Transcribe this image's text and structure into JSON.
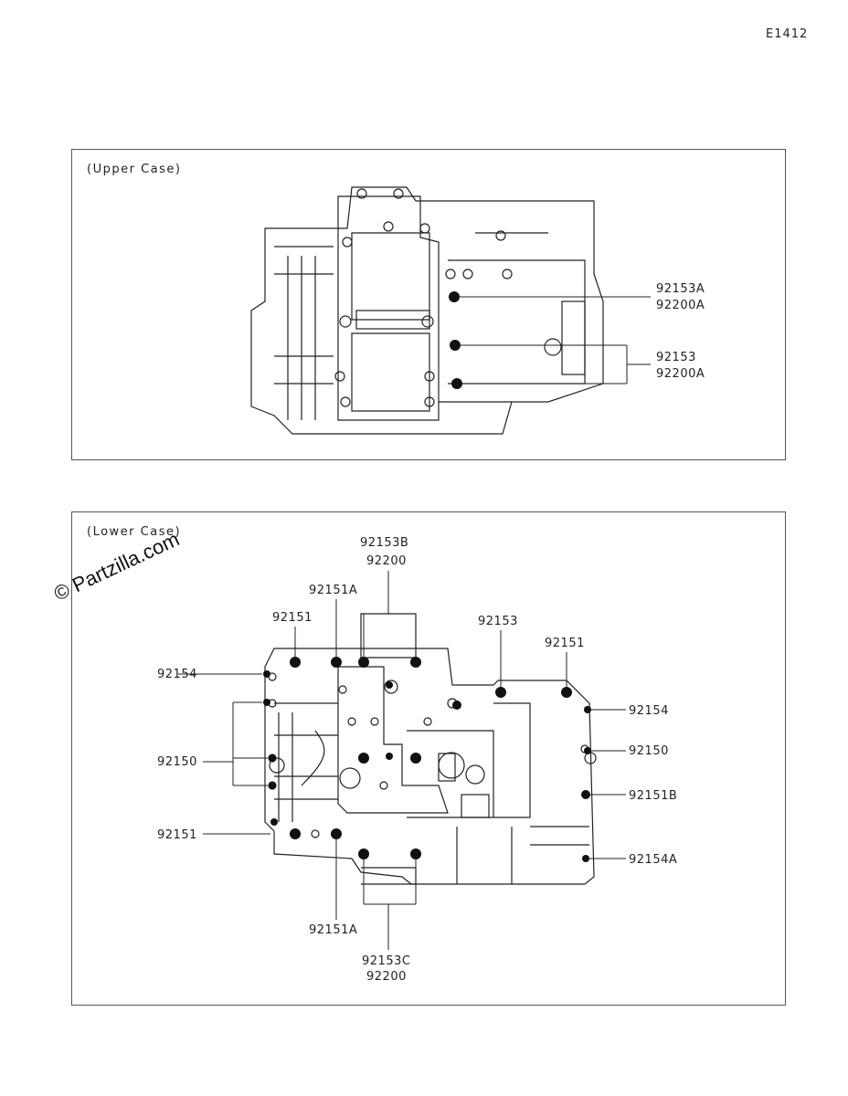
{
  "drawing_code": "E1412",
  "watermark": "© Partzilla.com",
  "upper_case": {
    "title": "(Upper Case)",
    "labels": [
      "92153A",
      "92200A",
      "92153",
      "92200A"
    ]
  },
  "lower_case": {
    "title": "(Lower Case)",
    "labels": {
      "top_b": "92153B",
      "top_b2": "92200",
      "l_151a_top": "92151A",
      "l_151_top": "92151",
      "l_154": "92154",
      "l_150": "92150",
      "l_151_bottom": "92151",
      "r_153": "92153",
      "r_151": "92151",
      "r_154": "92154",
      "r_150": "92150",
      "r_151b": "92151B",
      "r_154a": "92154A",
      "b_151a": "92151A",
      "b_153c": "92153C",
      "b_200": "92200"
    }
  }
}
